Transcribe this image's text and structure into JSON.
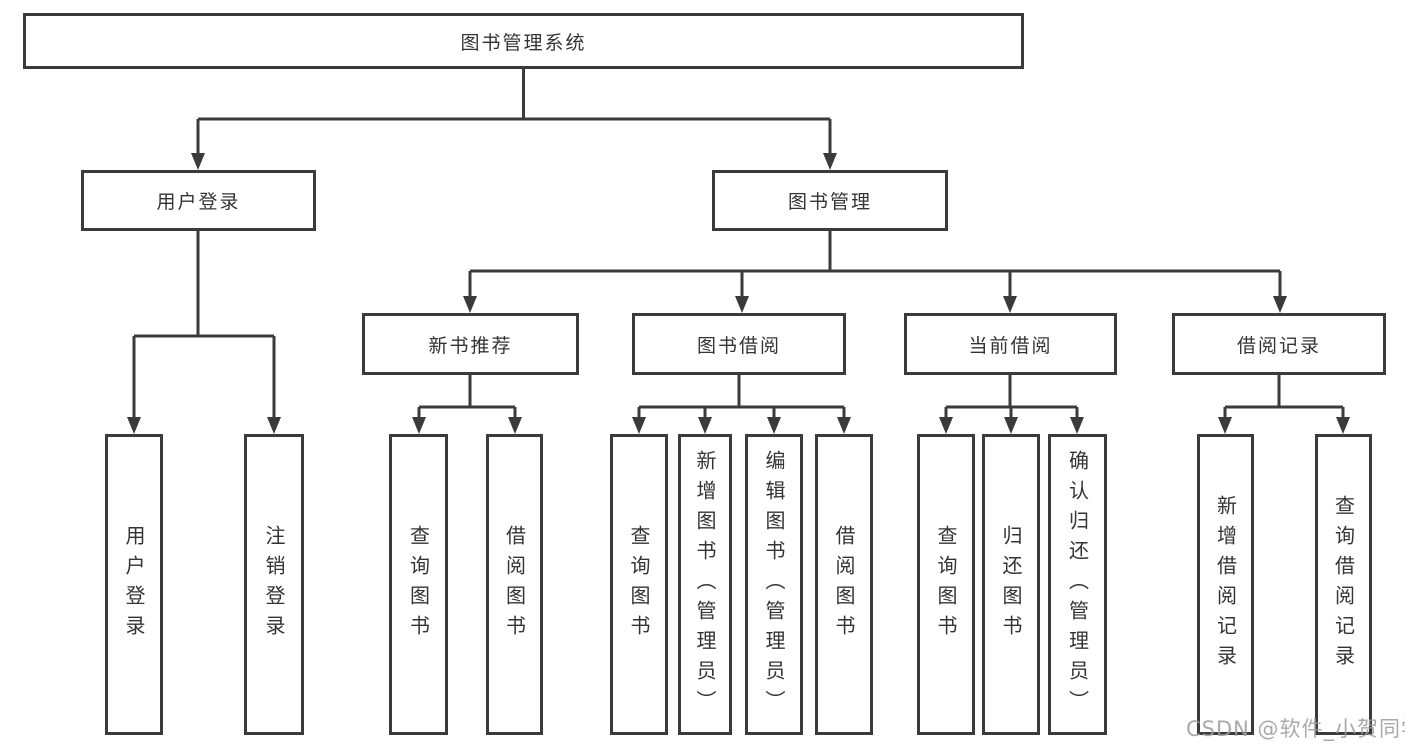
{
  "colors": {
    "line": "#3b3b3b",
    "box_border": "#3b3b3b",
    "box_background": "#ffffff",
    "text": "#343434",
    "watermark": "#9e9e9e"
  },
  "root": {
    "label": "图书管理系统"
  },
  "branches": [
    {
      "label": "用户登录",
      "children": [
        {
          "label": "用户登录"
        },
        {
          "label": "注销登录"
        }
      ]
    },
    {
      "label": "图书管理",
      "children": [
        {
          "label": "新书推荐",
          "children": [
            {
              "label": "查询图书"
            },
            {
              "label": "借阅图书"
            }
          ]
        },
        {
          "label": "图书借阅",
          "children": [
            {
              "label": "查询图书"
            },
            {
              "label": "新增图书（管理员）"
            },
            {
              "label": "编辑图书（管理员）"
            },
            {
              "label": "借阅图书"
            }
          ]
        },
        {
          "label": "当前借阅",
          "children": [
            {
              "label": "查询图书"
            },
            {
              "label": "归还图书"
            },
            {
              "label": "确认归还（管理员）"
            }
          ]
        },
        {
          "label": "借阅记录",
          "children": [
            {
              "label": "新增借阅记录"
            },
            {
              "label": "查询借阅记录"
            }
          ]
        }
      ]
    }
  ],
  "watermark": {
    "text": "CSDN @软件_小贺同学"
  }
}
